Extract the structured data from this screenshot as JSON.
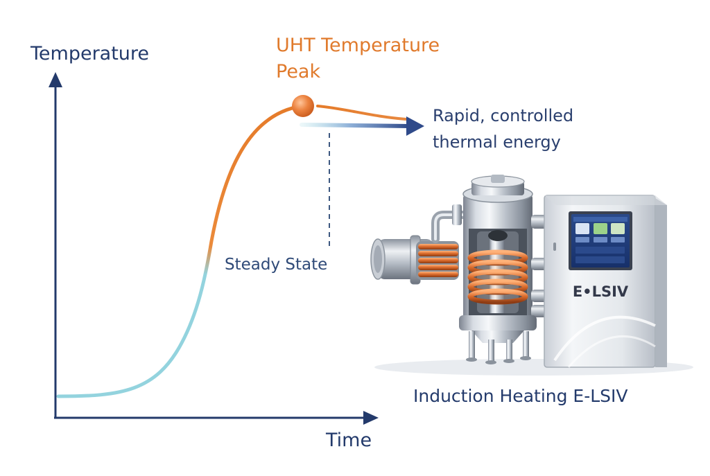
{
  "axes": {
    "y_label": "Temperature",
    "x_label": "Time"
  },
  "annotations": {
    "peak_line1": "UHT Temperature",
    "peak_line2": "Peak",
    "energy_line1": "Rapid, controlled",
    "energy_line2": "thermal energy",
    "steady_state": "Steady State"
  },
  "machine": {
    "title": "Induction Heating E-LSIV",
    "brand": "E•LSIV"
  },
  "colors": {
    "axis": "#233a6b",
    "curve_hot": "#e8832e",
    "curve_cool": "#8fd0dc",
    "arrow": "#2f4a8a",
    "coil": "#d9772b"
  }
}
